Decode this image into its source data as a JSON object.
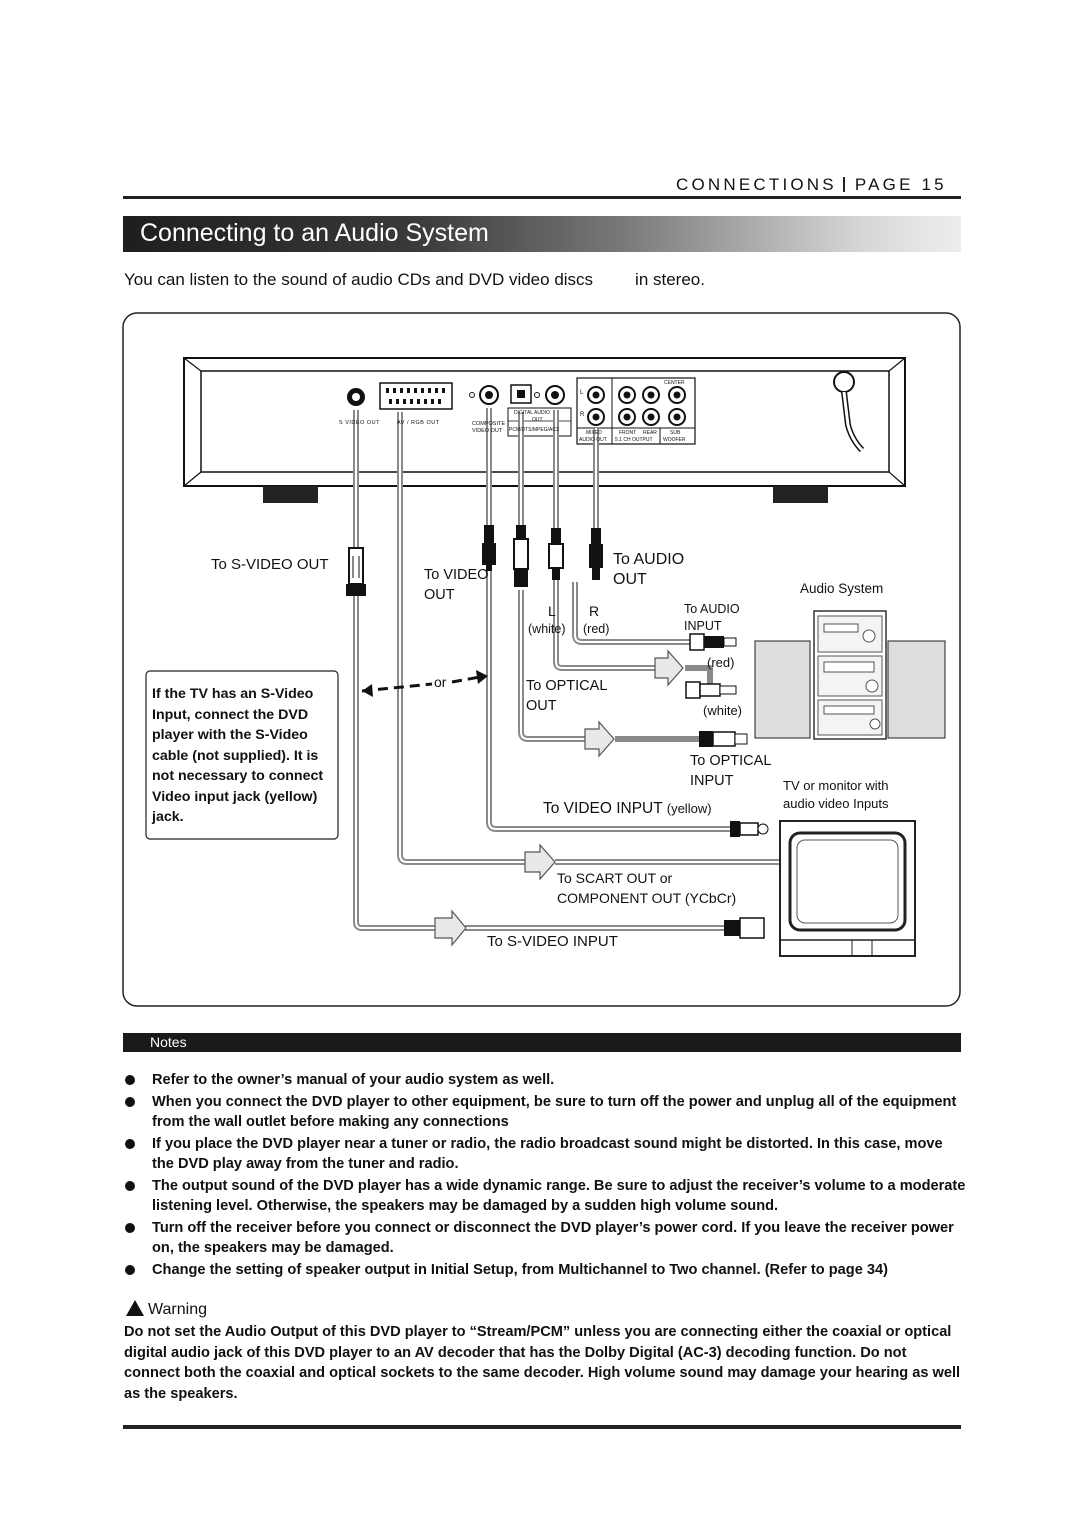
{
  "header": {
    "section": "CONNECTIONS",
    "page": "PAGE 15"
  },
  "title": "Connecting to an Audio System",
  "intro": {
    "part1": "You can listen to the sound of audio CDs and DVD video discs",
    "part2": "in stereo."
  },
  "player_panel": {
    "s_video_out": "S VIDEO OUT",
    "av_rgb_out": "AV / RGB OUT",
    "composite": "COMPOSITE",
    "video_out": "VIDEO OUT",
    "digital_audio": "DIGITAL AUDIO",
    "out": "OUT",
    "pcm_dts": "PCM/DTS/MPEG/AC3",
    "l": "L",
    "r": "R",
    "mixed": "MIXED",
    "audio_out": "AUDIO OUT",
    "front": "FRONT",
    "rear": "REAR",
    "ch51": "5.1 CH OUTPUT",
    "center": "CENTER",
    "sub": "SUB",
    "woofer": "WOOFER"
  },
  "labels": {
    "to_svideo_out": "To S-VIDEO OUT",
    "to_video": "To VIDEO",
    "out": "OUT",
    "to_audio": "To AUDIO",
    "audio_out": "OUT",
    "l": "L",
    "r": "R",
    "white": "(white)",
    "red": "(red)",
    "audio_system": "Audio System",
    "to_audio_small": "To AUDIO",
    "input": "INPUT",
    "red2": "(red)",
    "white2": "(white)",
    "or": "or",
    "to_optical": "To OPTICAL",
    "optical_out": "OUT",
    "to_optical_in": "To OPTICAL",
    "optical_input": "INPUT",
    "tv_monitor_1": "TV or monitor with",
    "tv_monitor_2": "audio video Inputs",
    "to_video_input": "To VIDEO INPUT",
    "yellow": "(yellow)",
    "to_scart_1": "To SCART OUT or",
    "to_scart_2": "COMPONENT OUT (YCbCr)",
    "to_svideo_input": "To S-VIDEO INPUT"
  },
  "svideo_note": [
    "If the TV has an S-Video",
    "Input, connect the DVD",
    "player with the S-Video",
    "cable (not supplied). It is",
    "not necessary to connect",
    "Video input jack (yellow)",
    "jack."
  ],
  "notes_title": "Notes",
  "notes": [
    "Refer to the owner’s manual of your audio system as well.",
    "When you connect the DVD player to other equipment, be sure to turn off the power and unplug all of the equipment from the wall outlet before making any connections",
    "If you place the DVD player near a tuner or radio, the radio broadcast sound might be distorted. In this case, move the DVD play away from the tuner and radio.",
    "The output sound of the DVD player has a wide dynamic range. Be sure to adjust the receiver’s volume to a moderate listening level. Otherwise, the speakers may be damaged by a sudden high volume sound.",
    "Turn off the receiver before you connect or disconnect the DVD player’s power cord. If you leave the receiver power on, the speakers may be damaged.",
    "Change the setting of speaker output in Initial Setup, from Multichannel to Two channel. (Refer to page 34)"
  ],
  "warning_title": "Warning",
  "warning_text": "Do not set the Audio Output of this DVD player to “Stream/PCM” unless you are connecting either the coaxial or optical digital audio jack of this DVD player to an AV decoder that has the Dolby Digital (AC-3) decoding function. Do not connect both the coaxial and optical sockets to the same decoder. High volume sound may damage your hearing as well as the speakers."
}
